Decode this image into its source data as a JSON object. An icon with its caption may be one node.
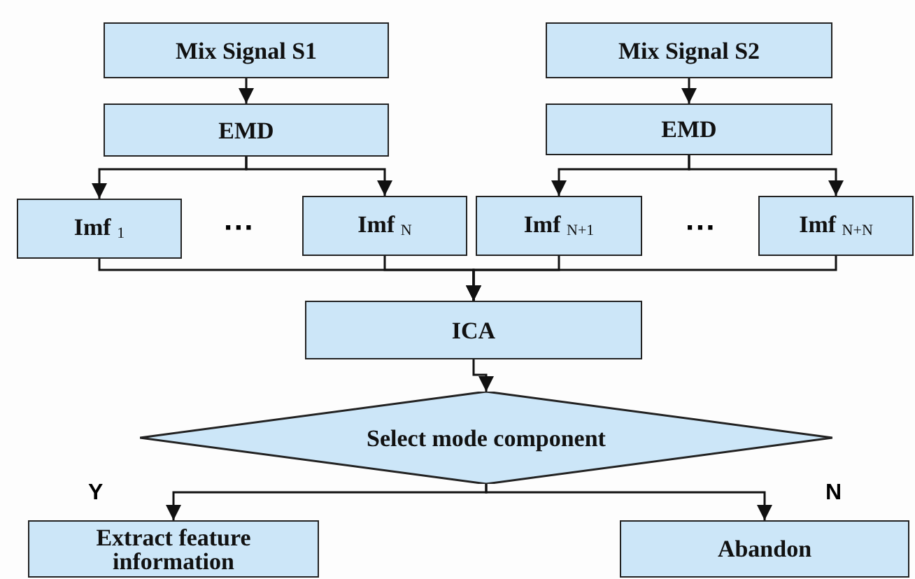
{
  "diagram": {
    "nodes": [
      {
        "text": [
          "Mix Signal S1"
        ]
      },
      {
        "text": [
          "Mix Signal S2"
        ]
      },
      {
        "text": [
          "EMD"
        ]
      },
      {
        "text": [
          "EMD"
        ]
      },
      {
        "text": [
          "Imf $_{1}$"
        ]
      },
      {
        "text": [
          "Imf $_{N}$"
        ]
      },
      {
        "text": [
          "Imf $_{N+1}$"
        ]
      },
      {
        "text": [
          "Imf $_{N+N}$"
        ]
      },
      {
        "text": [
          "ICA"
        ]
      },
      {
        "text": [
          "Select mode component"
        ]
      },
      {
        "text": [
          "Extract feature information"
        ]
      },
      {
        "text": [
          "Abandon"
        ]
      }
    ],
    "edges": [
      {
        "from": 0,
        "to": 2,
        "arrow": "to"
      },
      {
        "from": 1,
        "to": 3,
        "arrow": "to"
      },
      {
        "from": 2,
        "to": 4,
        "arrow": "to"
      },
      {
        "from": 2,
        "to": 5,
        "arrow": "to"
      },
      {
        "from": 3,
        "to": 6,
        "arrow": "to"
      },
      {
        "from": 3,
        "to": 7,
        "arrow": "to"
      },
      {
        "from": 4,
        "to": 8,
        "arrow": "to"
      },
      {
        "from": 5,
        "to": 8,
        "arrow": "to"
      },
      {
        "from": 6,
        "to": 8,
        "arrow": "to"
      },
      {
        "from": 7,
        "to": 8,
        "arrow": "to"
      },
      {
        "from": 8,
        "to": 9,
        "arrow": "to"
      },
      {
        "from": 9,
        "to": 10,
        "label": "Y",
        "arrow": "to"
      },
      {
        "from": 9,
        "to": 11,
        "label": "N",
        "arrow": "to"
      }
    ],
    "labels": [
      "···",
      "···"
    ]
  }
}
